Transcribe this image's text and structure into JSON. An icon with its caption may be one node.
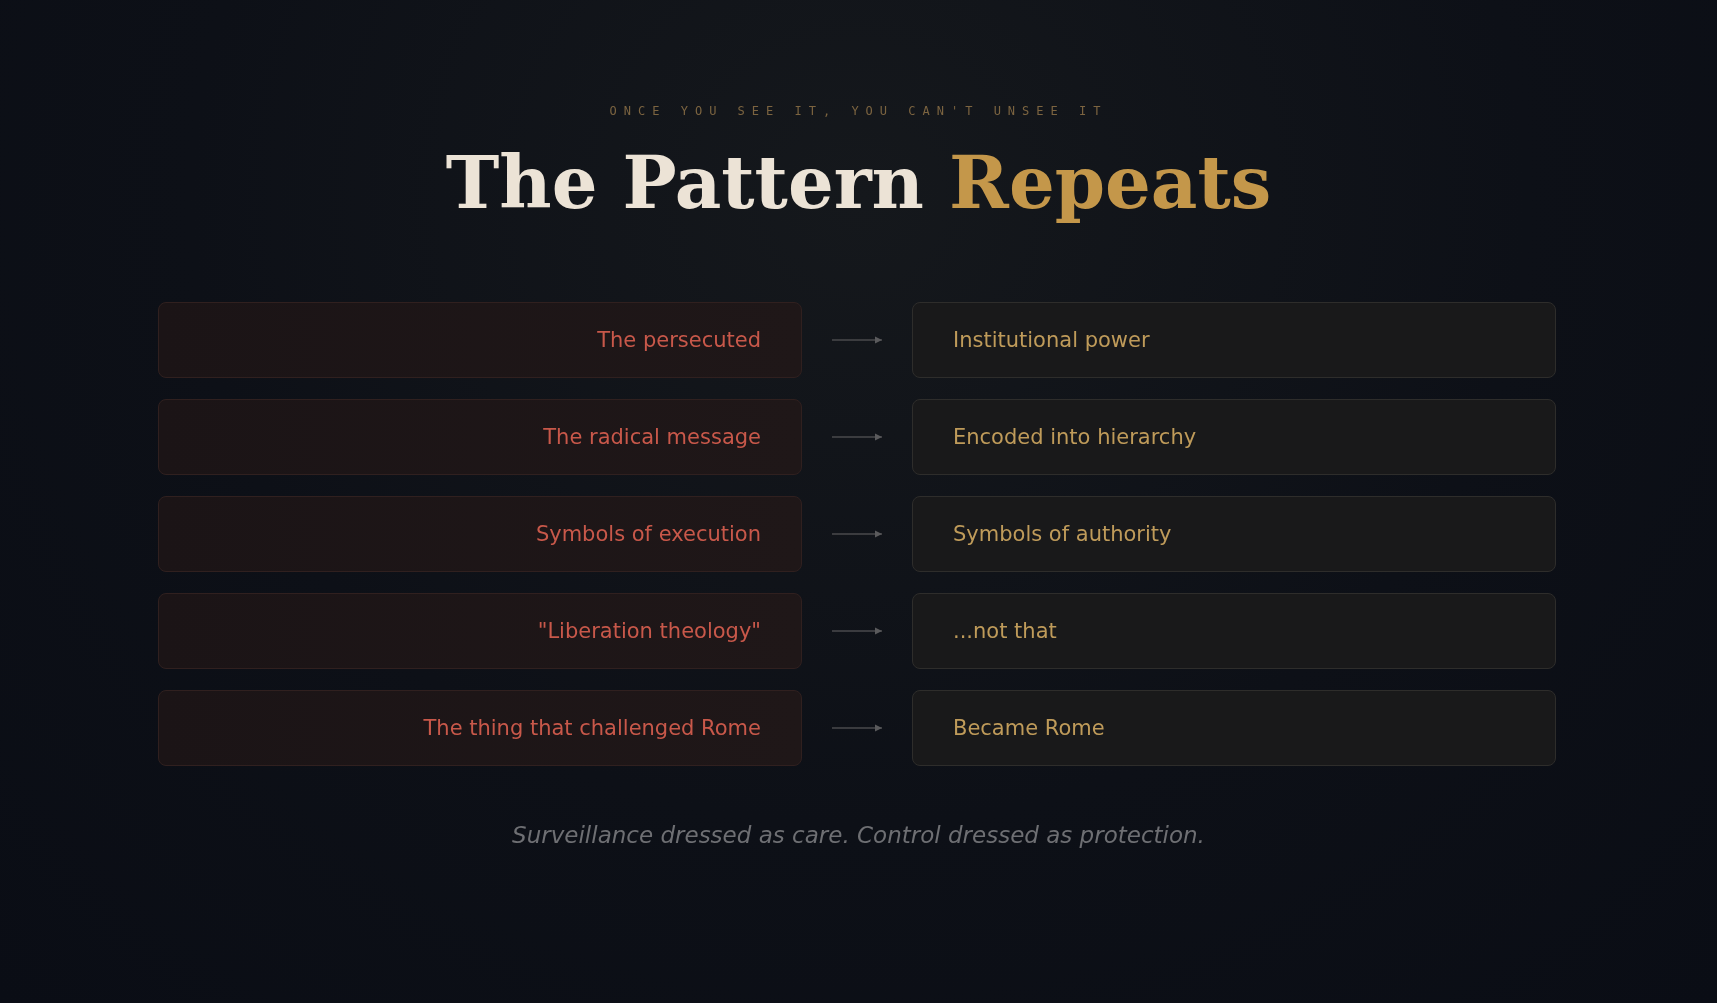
{
  "diagram": {
    "title": "The Pattern **Repeats**",
    "caption": "Surveillance dressed as care. Control dressed as protection.",
    "labels": [
      "ONCE YOU SEE IT, YOU CAN'T UNSEE IT"
    ],
    "nodes": [
      {
        "text": [
          "The persecuted"
        ]
      },
      {
        "text": [
          "Institutional power"
        ]
      },
      {
        "text": [
          "The radical message"
        ]
      },
      {
        "text": [
          "Encoded into hierarchy"
        ]
      },
      {
        "text": [
          "Symbols of execution"
        ]
      },
      {
        "text": [
          "Symbols of authority"
        ]
      },
      {
        "text": [
          "\"Liberation theology\""
        ]
      },
      {
        "text": [
          "...not that"
        ]
      },
      {
        "text": [
          "The thing that challenged Rome"
        ]
      },
      {
        "text": [
          "Became Rome"
        ]
      }
    ],
    "edges": [
      {
        "from": 0,
        "to": 1,
        "arrow": "to"
      },
      {
        "from": 2,
        "to": 3,
        "arrow": "to"
      },
      {
        "from": 4,
        "to": 5,
        "arrow": "to"
      },
      {
        "from": 6,
        "to": 7,
        "arrow": "to"
      },
      {
        "from": 8,
        "to": 9,
        "arrow": "to"
      }
    ]
  }
}
